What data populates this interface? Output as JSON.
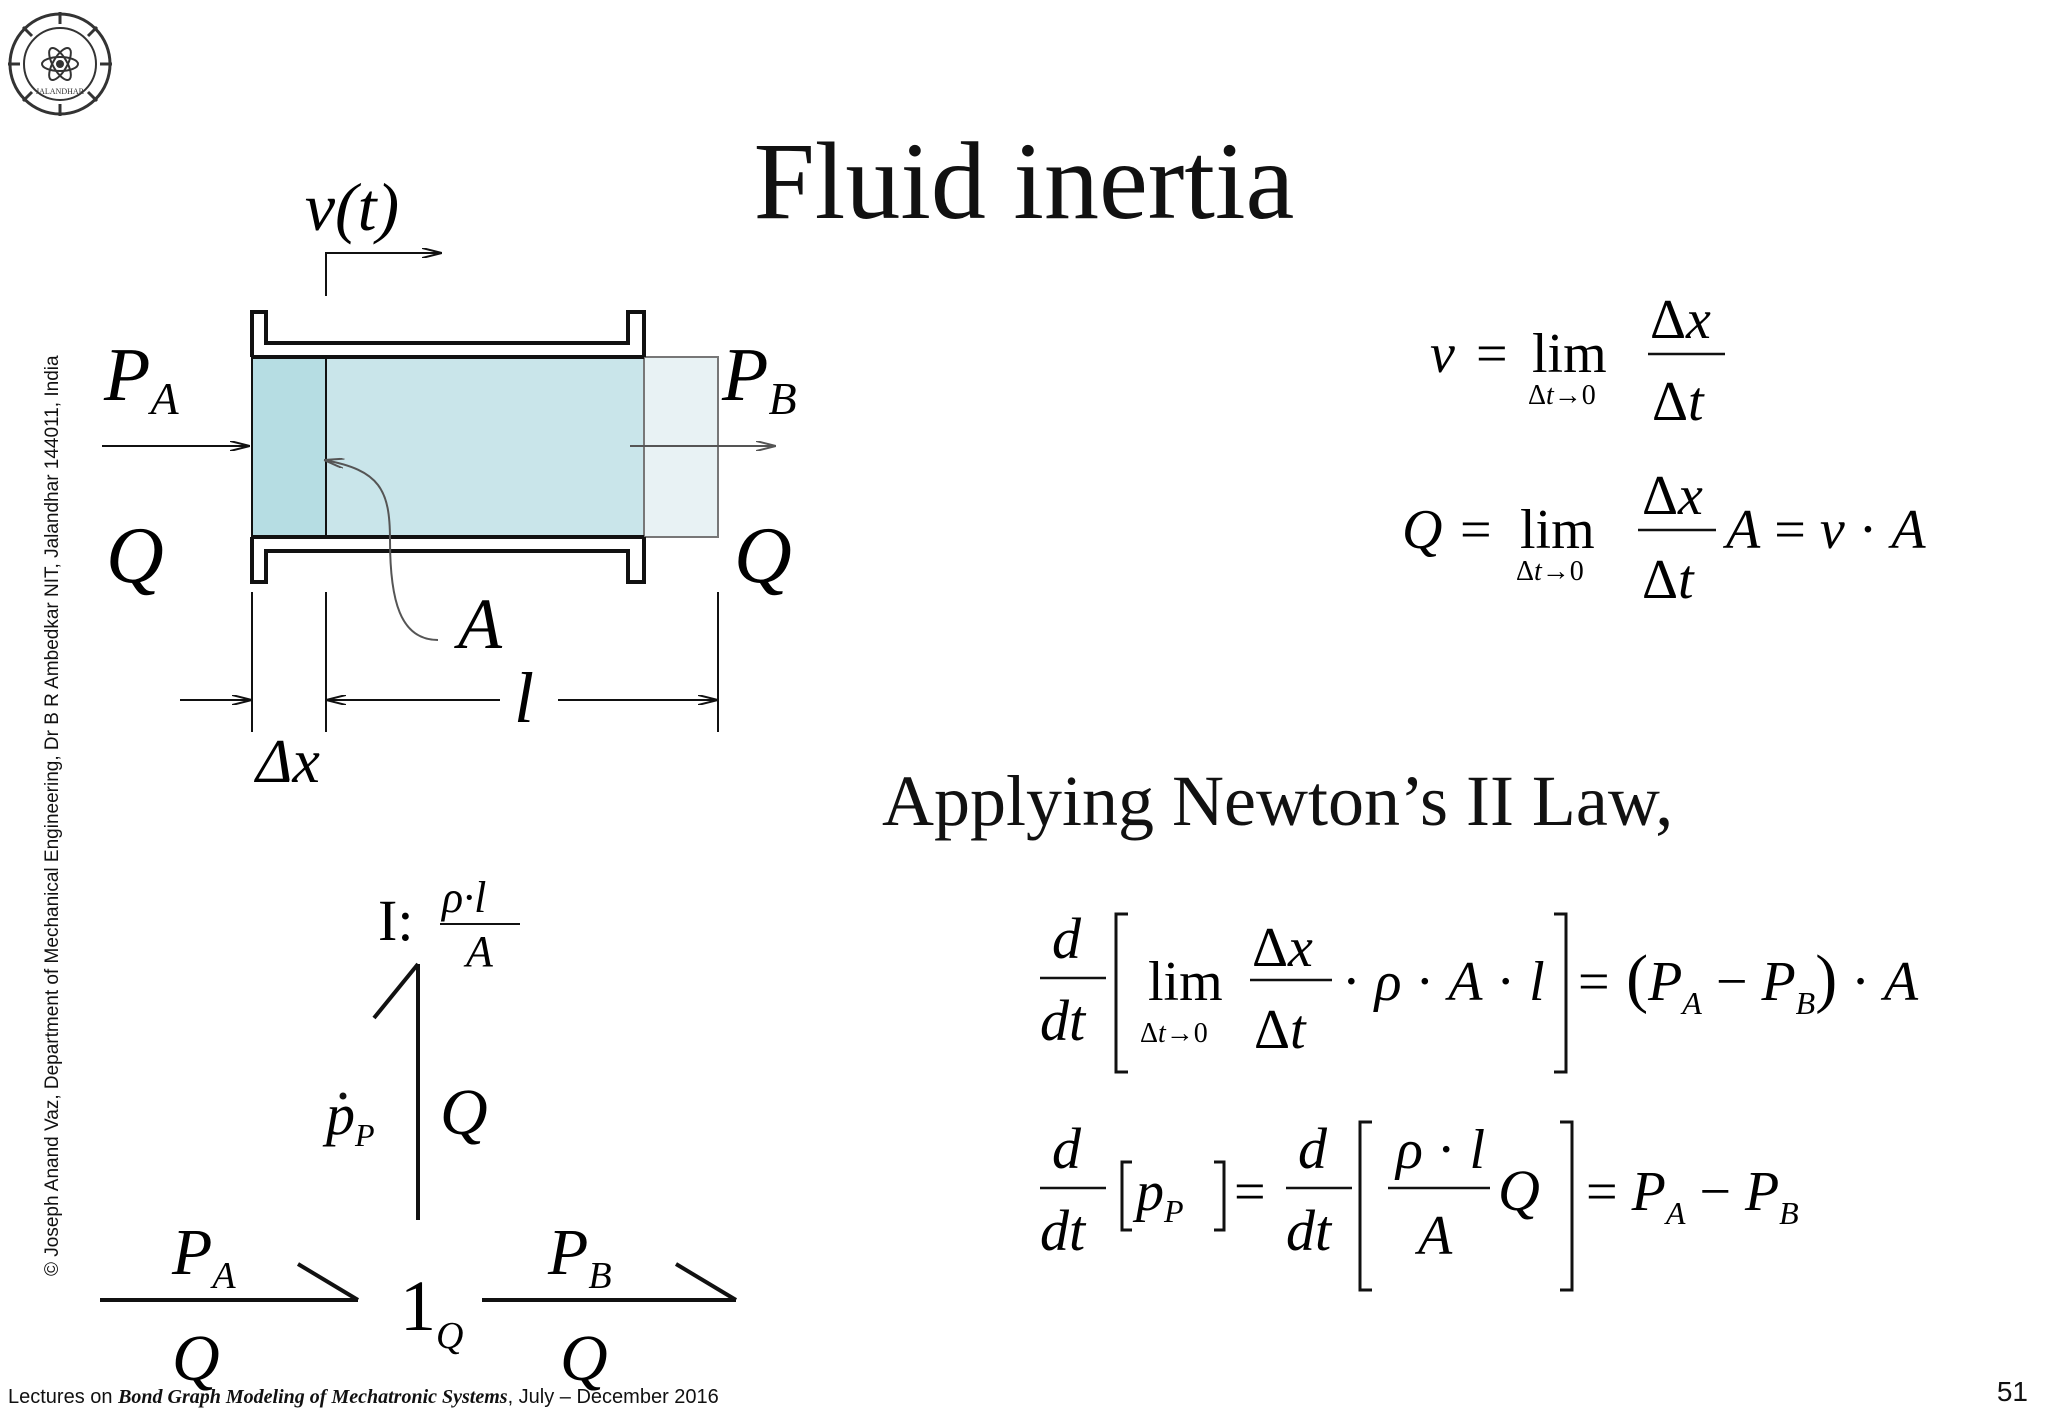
{
  "slide": {
    "title": "Fluid inertia",
    "page_number": "51",
    "side_credit": "© Joseph Anand Vaz, Department of Mechanical Engineering, Dr B R Ambedkar NIT, Jalandhar 144011, India",
    "footer_prefix": "Lectures on ",
    "footer_course": "Bond Graph Modeling of Mechatronic Systems",
    "footer_suffix": ", July – December 2016",
    "logo_text": "JALANDHAR"
  },
  "body": {
    "newton_text": "Applying Newton’s II Law,"
  },
  "diagram": {
    "velocity_label": "v(t)",
    "pressure_a": "P",
    "pressure_a_sub": "A",
    "pressure_b": "P",
    "pressure_b_sub": "B",
    "flow_left": "Q",
    "flow_right": "Q",
    "area_label": "A",
    "length_label": "l",
    "dx_label": "Δx"
  },
  "bond_graph": {
    "inertia_prefix": "I:",
    "inertia_num": "ρ·l",
    "inertia_den": "A",
    "momentum_label": "p",
    "momentum_sub": "P",
    "flow_vertical": "Q",
    "junction": "1",
    "junction_sub": "Q",
    "left_effort": "P",
    "left_effort_sub": "A",
    "left_flow": "Q",
    "right_effort": "P",
    "right_effort_sub": "B",
    "right_flow": "Q"
  },
  "colors": {
    "fluid": "#c9e5ea",
    "fluid_dark": "#b6dde3",
    "fluid_light": "#e8f2f4",
    "text": "#111111"
  }
}
